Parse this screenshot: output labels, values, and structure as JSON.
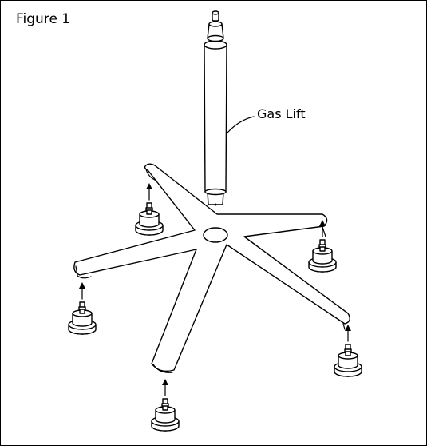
{
  "figure": {
    "title": "Figure 1",
    "callouts": [
      {
        "label": "Gas Lift",
        "target": "gas-lift"
      }
    ]
  },
  "colors": {
    "ink": "#000000",
    "paper": "#ffffff"
  },
  "parts": {
    "gas_lift": "cylinder with piston tip",
    "base": "five-star base",
    "casters": 5
  }
}
